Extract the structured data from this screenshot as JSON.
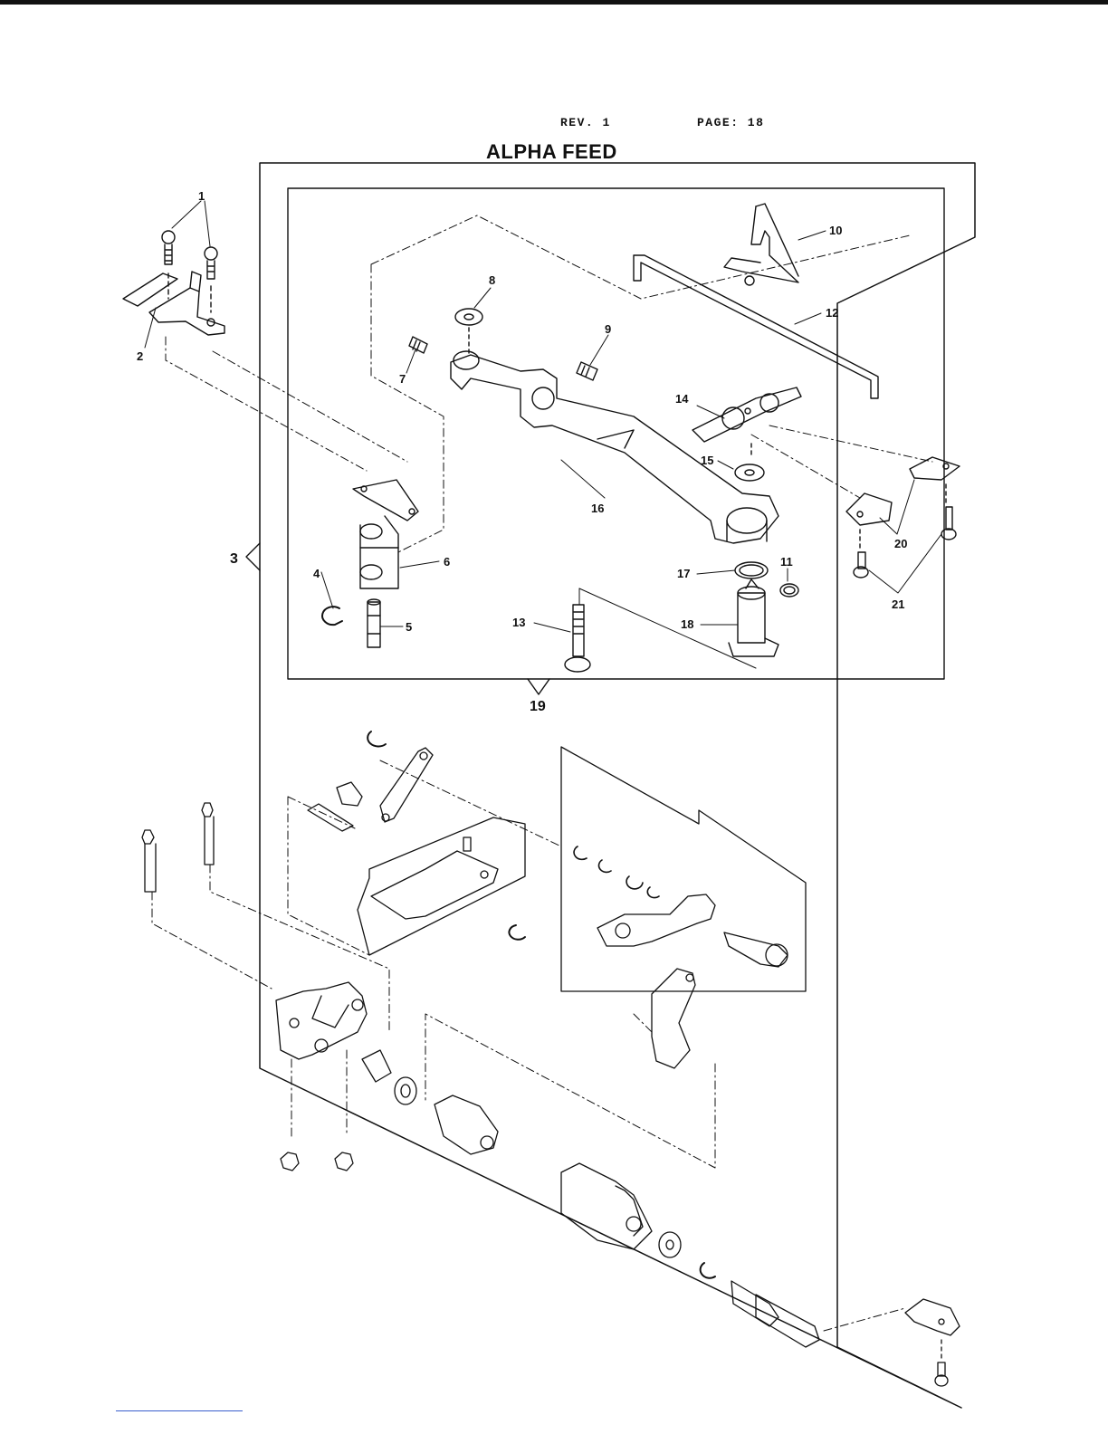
{
  "header": {
    "revision": "REV. 1",
    "page": "PAGE: 18",
    "title": "ALPHA FEED"
  },
  "callouts": [
    "1",
    "2",
    "3",
    "4",
    "5",
    "6",
    "7",
    "8",
    "9",
    "10",
    "11",
    "12",
    "13",
    "14",
    "15",
    "16",
    "17",
    "18",
    "19",
    "20",
    "21"
  ],
  "colors": {
    "ink": "#111111",
    "paper": "#ffffff",
    "footer_link": "#3a5fcd"
  }
}
